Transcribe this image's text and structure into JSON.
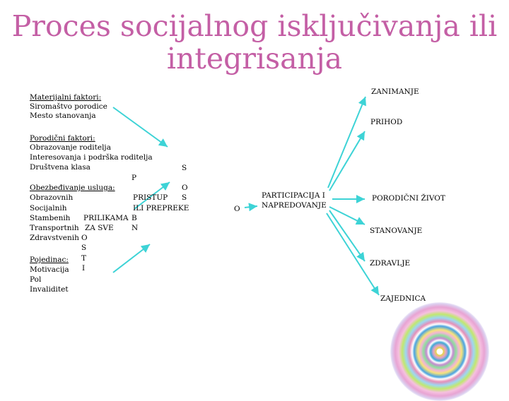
{
  "title": {
    "line1": "Proces socijalnog isključivanja ili",
    "line2": "integrisanja"
  },
  "materijalni": {
    "heading": "Materijalni faktori:",
    "item1": "Siromaštvo porodice",
    "item2": "Mesto stanovanja"
  },
  "porodicni": {
    "heading": "Porodični faktori:",
    "item1": "Obrazovanje roditelja",
    "item2": "Interesovanja i podrška roditelja",
    "item3": "Društvena klasa"
  },
  "usluge": {
    "heading": "Obezbeđivanje usluga:",
    "item1": "Obrazovnih",
    "item2": "Socijalnih",
    "item3": "Stambenih",
    "item4": "Transportnih",
    "item5": "Zdravstvenih"
  },
  "pojedinac": {
    "heading": "Pojedinac:",
    "item1": "Motivacija",
    "item2": "Pol",
    "item3": "Invaliditet"
  },
  "prilikama": {
    "word1": "PRILIKAMA",
    "word2": "ZA SVE"
  },
  "pristup": {
    "word1": "PRISTUP",
    "word2": "ILI PREPREKE"
  },
  "vertical_letters": {
    "postoji": [
      "O",
      "S",
      "T",
      "I"
    ],
    "sbn": [
      "B",
      "N"
    ],
    "sp": [
      "S",
      "P"
    ],
    "os": [
      "O",
      "S"
    ]
  },
  "middle_letter": "O",
  "participacija": {
    "line1": "PARTICIPACIJA I",
    "line2": "NAPREDOVANJE"
  },
  "outcomes": {
    "zanimanje": "ZANIMANJE",
    "prihod": "PRIHOD",
    "porodicni_zivot": "PORODIČNI ŽIVOT",
    "stanovanje": "STANOVANJE",
    "zdravlje": "ZDRAVLJE",
    "zajednica": "ZAJEDNICA"
  },
  "colors": {
    "title": "#c45fa5",
    "arrow": "#3dd3d6"
  }
}
